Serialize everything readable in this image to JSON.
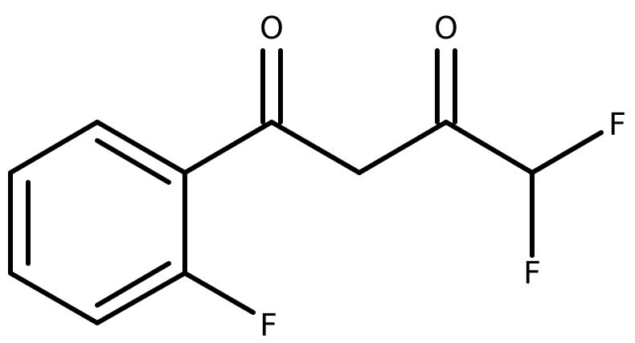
{
  "molecule": {
    "atoms": {
      "o1": "O",
      "o2": "O",
      "f_ring": "F",
      "f_top": "F",
      "f_bottom": "F"
    }
  },
  "colors": {
    "bond": "#000000",
    "label": "#000000",
    "background": "#ffffff"
  }
}
